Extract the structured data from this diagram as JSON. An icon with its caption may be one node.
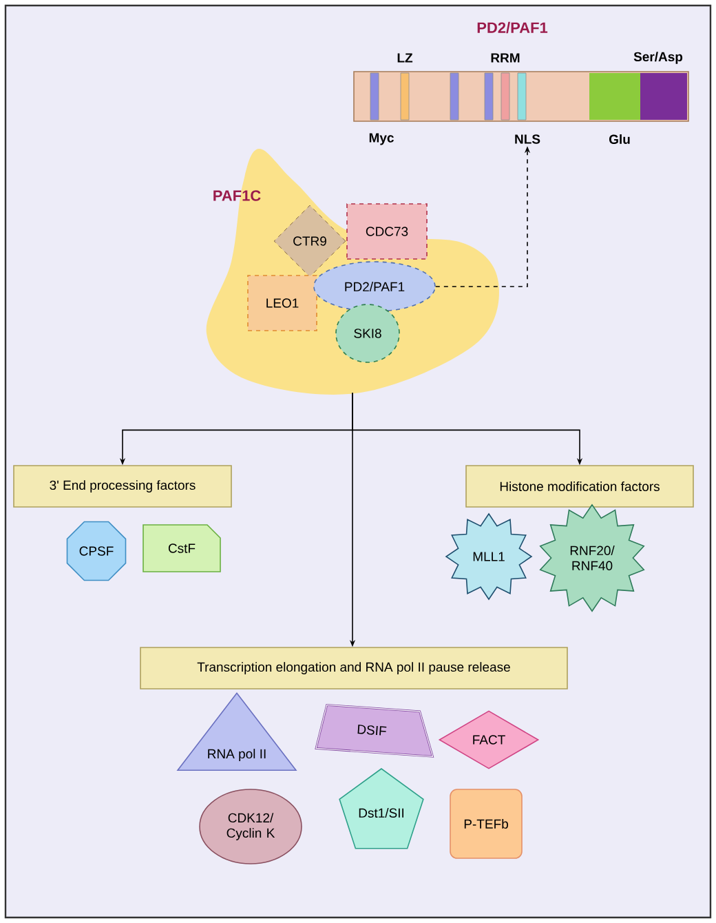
{
  "diagram": {
    "nodes": [
      {
        "text": [
          "PAF1C"
        ]
      },
      {
        "text": [
          "CTR9"
        ],
        "in": 0
      },
      {
        "text": [
          "CDC73"
        ],
        "in": 0
      },
      {
        "text": [
          "LEO1"
        ],
        "in": 0
      },
      {
        "text": [
          "PD2/PAF1"
        ],
        "in": 0
      },
      {
        "text": [
          "SKI8"
        ],
        "in": 0
      },
      {
        "text": [
          "PD2/PAF1"
        ]
      },
      {
        "text": [
          "NLS"
        ]
      },
      {
        "text": [
          "3' End processing factors"
        ]
      },
      {
        "text": [
          "Histone modification factors"
        ]
      },
      {
        "text": [
          "Transcription elongation and RNA pol II pause release"
        ]
      },
      {
        "text": [
          "CPSF"
        ]
      },
      {
        "text": [
          "CstF"
        ]
      },
      {
        "text": [
          "MLL1"
        ]
      },
      {
        "text": [
          "RNF20/ RNF40"
        ]
      },
      {
        "text": [
          "RNA pol II"
        ]
      },
      {
        "text": [
          "DSIF"
        ]
      },
      {
        "text": [
          "FACT"
        ]
      },
      {
        "text": [
          "CDK12/ Cyclin K"
        ]
      },
      {
        "text": [
          "Dst1/SII"
        ]
      },
      {
        "text": [
          "P-TEFb"
        ]
      }
    ],
    "edges": [
      {
        "from": 4,
        "to": 7,
        "arrow": "to",
        "style": "dashed"
      },
      {
        "from": 0,
        "to": 8,
        "arrow": "to"
      },
      {
        "from": 0,
        "to": 9,
        "arrow": "to"
      },
      {
        "from": 0,
        "to": 10,
        "arrow": "to"
      }
    ],
    "labels": [
      "LZ",
      "RRM",
      "Ser/Asp",
      "Myc",
      "Glu"
    ]
  }
}
